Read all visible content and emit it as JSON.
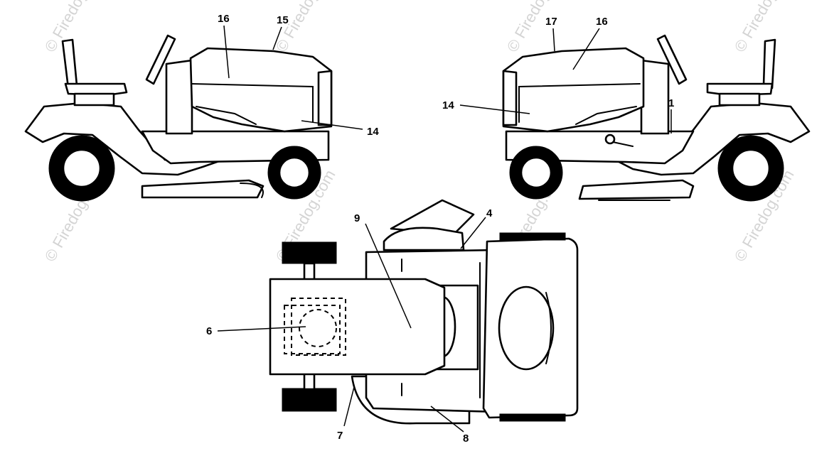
{
  "watermark": "© Firedog.com",
  "callouts": {
    "left_16": "16",
    "left_15": "15",
    "left_14": "14",
    "right_17": "17",
    "right_16": "16",
    "right_14": "14",
    "right_1": "1",
    "top_4": "4",
    "top_9": "9",
    "top_6": "6",
    "top_bottom_left": "7",
    "top_bottom_right": "8"
  }
}
